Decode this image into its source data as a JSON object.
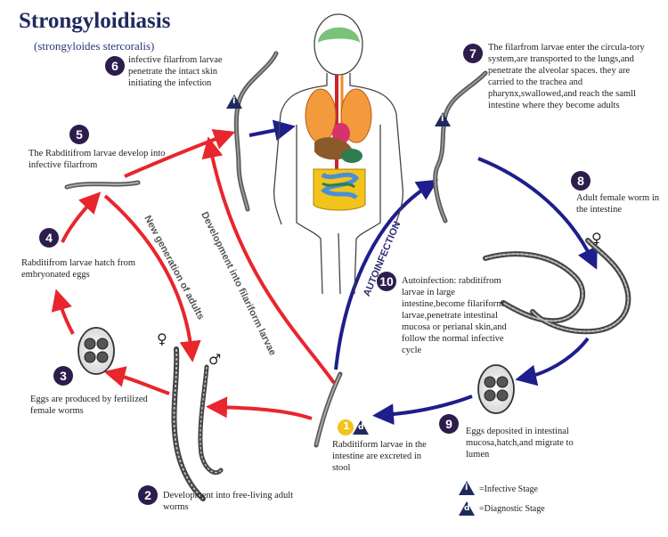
{
  "title": "Strongyloidiasis",
  "subtitle": "(strongyloides stercoralis)",
  "steps": [
    {
      "num": "1",
      "text": "Rabditiform larvae in the intestine are excreted in stool"
    },
    {
      "num": "2",
      "text": "Development into free-living adult worms"
    },
    {
      "num": "3",
      "text": "Eggs are produced by fertilized female worms"
    },
    {
      "num": "4",
      "text": "Rabditifrom larvae hatch from embryonated eggs"
    },
    {
      "num": "5",
      "text": "The Rabditifrom larvae develop into infective filarfrom"
    },
    {
      "num": "6",
      "text": "infective filarfrom larvae penetrate the intact skin initiating the infection"
    },
    {
      "num": "7",
      "text": "The filarfrom larvae enter the circula-tory system,are transported to the lungs,and penetrate the alveolar spaces. they are carried to the trachea and pharynx,swallowed,and reach the samll intestine where they become adults"
    },
    {
      "num": "8",
      "text": "Adult female worm in the intestine"
    },
    {
      "num": "9",
      "text": "Eggs deposited in intestinal mucosa,hatch,and migrate to lumen"
    },
    {
      "num": "10",
      "text": "Autoinfection: rabditifrom larvae in large intestine,become filariform larvae,penetrate intestinal mucosa or perianal skin,and follow the normal infective cycle"
    }
  ],
  "arrow_labels": {
    "new_generation": "New generation of adults",
    "development": "Development into filariform larvae",
    "autoinfection": "AUTOINFECTION"
  },
  "symbols": {
    "female": "♀",
    "male": "♂",
    "infective_mark": "i",
    "diagnostic_mark": "d",
    "stage_one": "1"
  },
  "legend": {
    "infective": "=Infective Stage",
    "diagnostic": "=Diagnostic Stage"
  },
  "colors": {
    "red_arrow": "#e8262d",
    "blue_arrow": "#1e1e8c",
    "badge": "#2c1d4c",
    "title": "#1f2a5c",
    "yellow_badge": "#f2c31b"
  }
}
